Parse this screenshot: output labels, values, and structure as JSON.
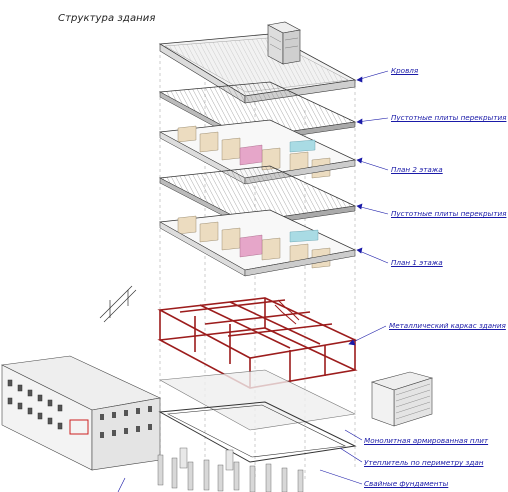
{
  "title": "Структура здания",
  "labels": [
    "Кровля",
    "Пустотные плиты перекрытия",
    "План 2 этажа",
    "Пустотные плиты перекрытия",
    "План 1 этажа",
    "Металлический каркас здания",
    "Монолитная армированная плит",
    "Утеплитель по периметру здан",
    "Свайные фундаменты"
  ],
  "colors": {
    "leader": "#1a1aa8",
    "frame": "#9c1c1c",
    "partition": "#ecdcc0",
    "accent_pink": "#e6a6c9",
    "accent_cyan": "#a9dbe4"
  }
}
